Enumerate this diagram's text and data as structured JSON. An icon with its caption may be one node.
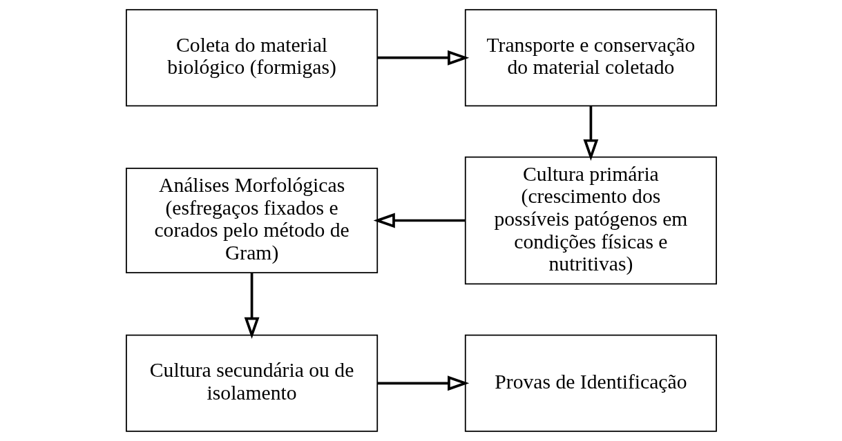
{
  "diagram": {
    "nodes": [
      {
        "text": [
          "Coleta do material biológico (formigas)"
        ]
      },
      {
        "text": [
          "Transporte e conservação do material coletado"
        ]
      },
      {
        "text": [
          "Análises Morfológicas (esfregaços fixados e corados pelo método de Gram)"
        ]
      },
      {
        "text": [
          "Cultura primária (crescimento dos possíveis patógenos em condições físicas e nutritivas)"
        ]
      },
      {
        "text": [
          "Cultura secundária ou de isolamento"
        ]
      },
      {
        "text": [
          "Provas de Identificação"
        ]
      }
    ],
    "edges": [
      {
        "from": 0,
        "to": 1,
        "arrow": "to"
      },
      {
        "from": 1,
        "to": 3,
        "arrow": "to"
      },
      {
        "from": 3,
        "to": 2,
        "arrow": "to"
      },
      {
        "from": 2,
        "to": 4,
        "arrow": "to"
      },
      {
        "from": 4,
        "to": 5,
        "arrow": "to"
      }
    ]
  }
}
